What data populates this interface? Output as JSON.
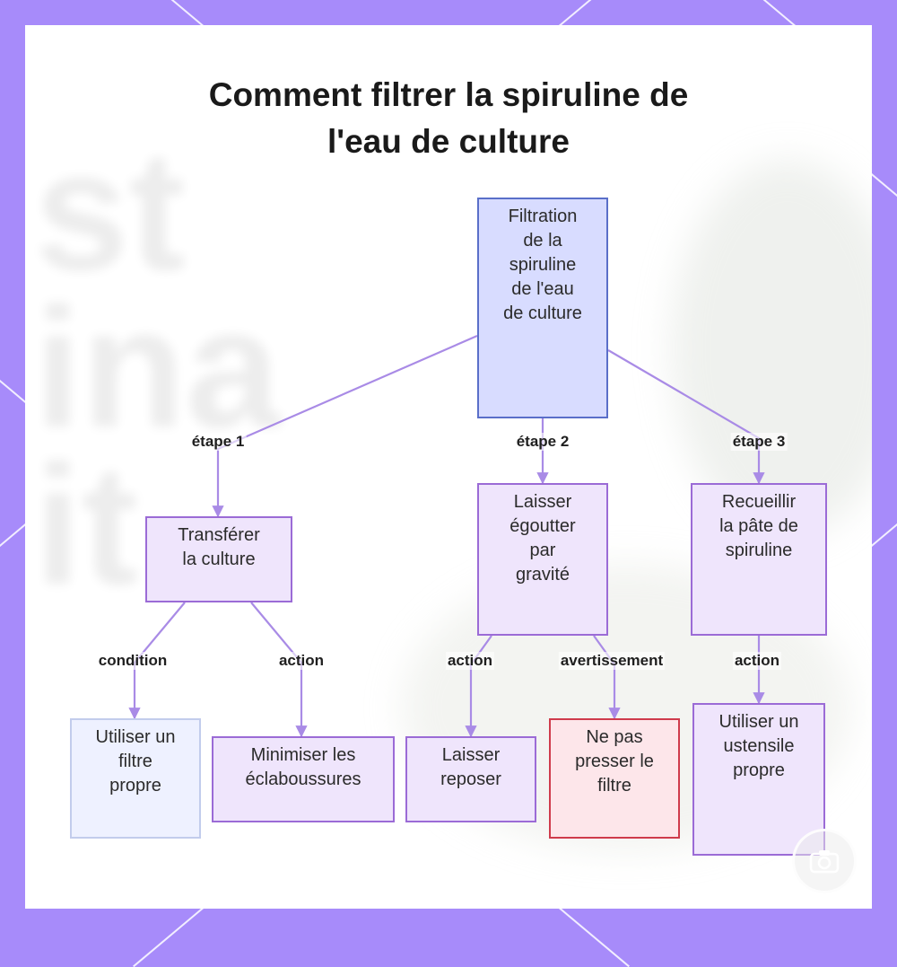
{
  "title": {
    "line1": "Comment filtrer la spiruline de",
    "line2": "l'eau de culture"
  },
  "colors": {
    "frame": "#a78bfa",
    "edge": "#a98be6",
    "root_fill": "#d8dcff",
    "root_border": "#5a6fc9",
    "step_fill": "#efe5fc",
    "step_border": "#9b6bd6",
    "warn_fill": "#fde6ea",
    "warn_border": "#cf3b4c"
  },
  "nodes": {
    "root": [
      "Filtration",
      "de la",
      "spiruline",
      "de l'eau",
      "de culture"
    ],
    "step1": [
      "Transférer",
      "la culture"
    ],
    "step2": [
      "Laisser",
      "égoutter",
      "par",
      "gravité"
    ],
    "step3": [
      "Recueillir",
      "la pâte de",
      "spiruline"
    ],
    "filter": [
      "Utiliser un",
      "filtre",
      "propre"
    ],
    "splash": [
      "Minimiser les",
      "éclaboussures"
    ],
    "rest": [
      "Laisser",
      "reposer"
    ],
    "nopress": [
      "Ne pas",
      "presser le",
      "filtre"
    ],
    "utensil": [
      "Utiliser un",
      "ustensile",
      "propre"
    ]
  },
  "edge_labels": {
    "etape1": "étape 1",
    "etape2": "étape 2",
    "etape3": "étape 3",
    "condition": "condition",
    "action1": "action",
    "action2": "action",
    "avertissement": "avertissement",
    "action3": "action"
  },
  "icons": {
    "watermark": "camera-icon"
  }
}
